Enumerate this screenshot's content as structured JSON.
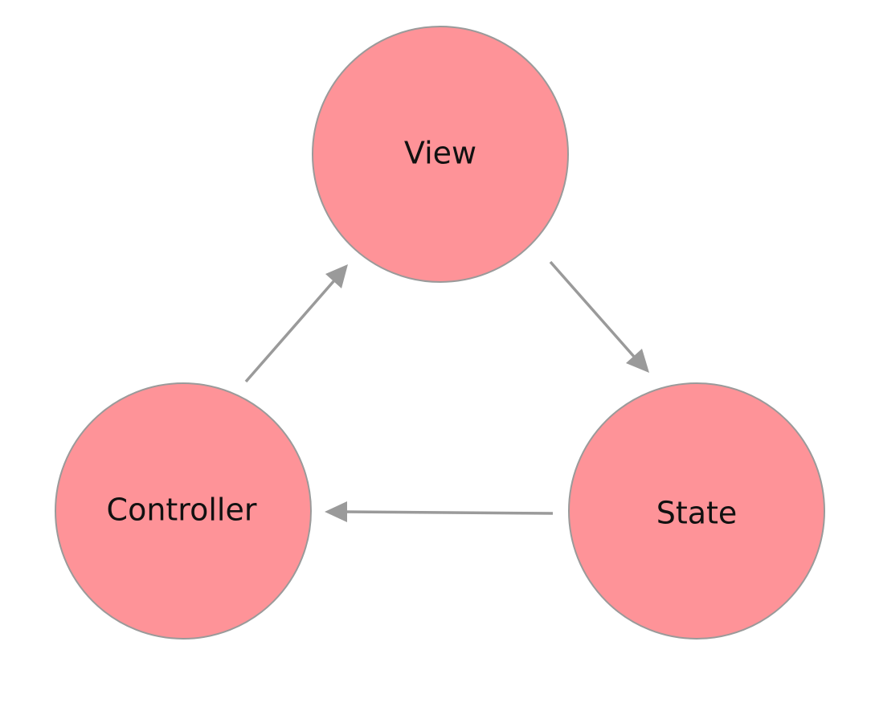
{
  "colors": {
    "node_fill": "#fe9398",
    "node_stroke": "#9a9a9a",
    "arrow": "#9a9a9a",
    "text": "#111111"
  },
  "nodes": {
    "view": {
      "label": "View"
    },
    "state": {
      "label": "State"
    },
    "controller": {
      "label": "Controller"
    }
  }
}
